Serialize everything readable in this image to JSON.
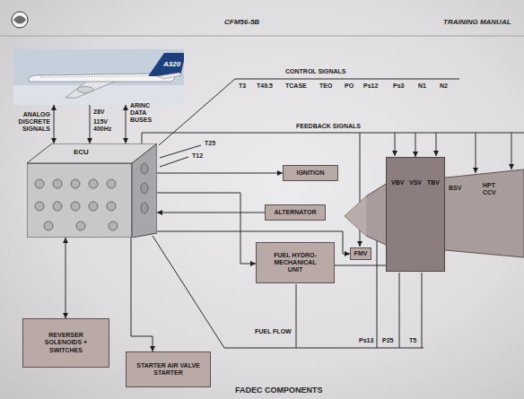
{
  "diagram": {
    "caption": "FADEC COMPONENTS",
    "nodes": [
      {
        "text": [
          "A320"
        ]
      },
      {
        "text": [
          "ECU"
        ]
      },
      {
        "text": [
          "IGNITION"
        ]
      },
      {
        "text": [
          "ALTERNATOR"
        ]
      },
      {
        "text": [
          "FMV"
        ]
      },
      {
        "text": [
          "FUEL HYDRO- MECHANICAL UNIT"
        ]
      },
      {
        "text": [
          "BSV",
          "HPT CCV"
        ]
      },
      {
        "text": [
          "VBV",
          "VSV",
          "TBV"
        ],
        "in": 6
      },
      {
        "text": [
          "REVERSER SOLENOIDS + SWITCHES"
        ]
      },
      {
        "text": [
          "STARTER AIR VALVE STARTER"
        ]
      }
    ],
    "edges": [
      {
        "from": 0,
        "to": 1,
        "arrow": "both",
        "label": "ANALOG DISCRETE SIGNALS"
      },
      {
        "from": 0,
        "to": 1,
        "arrow": "to",
        "label": "115V 400Hz"
      },
      {
        "from": 0,
        "to": 1,
        "arrow": "both",
        "label": "ARINC DATA BUSES"
      },
      {
        "from": 1,
        "to": 2,
        "arrow": "to"
      },
      {
        "from": 3,
        "to": 1,
        "arrow": "to"
      },
      {
        "from": 1,
        "to": 4,
        "arrow": "to"
      },
      {
        "from": 1,
        "to": 5,
        "arrow": "to"
      },
      {
        "from": 1,
        "to": 8,
        "arrow": "both"
      },
      {
        "from": 1,
        "to": 9,
        "arrow": "to"
      },
      {
        "from": 1,
        "to": 7,
        "arrow": "to",
        "label": "FEEDBACK SIGNALS"
      },
      {
        "from": 5,
        "to": 7,
        "arrow": "none"
      }
    ],
    "labels": [
      "CFM56-5B",
      "TRAINING MANUAL",
      "CONTROL SIGNALS",
      "T3",
      "T49.5",
      "TCASE",
      "TEO",
      "PO",
      "Ps12",
      "Ps3",
      "N1",
      "N2",
      "T25",
      "T12",
      "28V",
      "FUEL FLOW",
      "Ps13",
      "P25",
      "T5"
    ]
  }
}
